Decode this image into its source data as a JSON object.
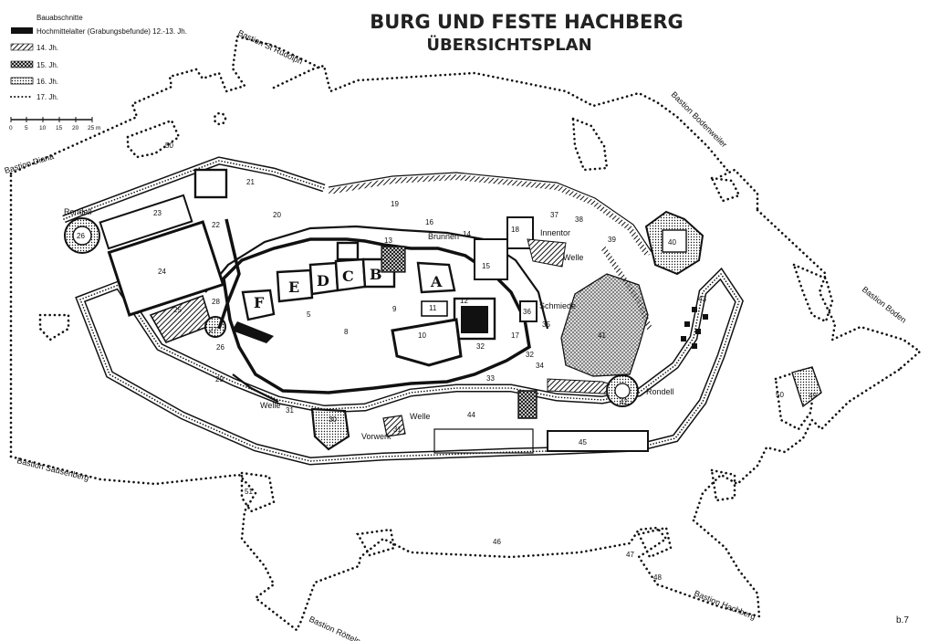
{
  "title": "BURG UND FESTE HACHBERG",
  "subtitle": "ÜBERSICHTSPLAN",
  "legend": {
    "heading": "Bauabschnitte",
    "items": [
      {
        "label": "Hochmittelalter (Grabungsbefunde) 12.-13. Jh.",
        "style": "solid"
      },
      {
        "label": "14. Jh.",
        "style": "diag-hatch"
      },
      {
        "label": "15. Jh.",
        "style": "cross-hatch"
      },
      {
        "label": "16. Jh.",
        "style": "dotted-box"
      },
      {
        "label": "17. Jh.",
        "style": "dotted-line"
      }
    ]
  },
  "scale": {
    "ticks": [
      "0",
      "5",
      "10",
      "15",
      "20",
      "25 m"
    ]
  },
  "bastions": {
    "st_rudolph": "Bastion St Rudolph",
    "diana": "Bastion Diana",
    "bodenweiler": "Bastion Bodenweiler",
    "boden": "Bastion Boden",
    "sausenberg": "Bastion Sausenberg",
    "roetteln": "Bastion Rötteln",
    "hachberg": "Bastion Hachberg"
  },
  "labels": {
    "rondell_w": "Rondell",
    "rondell_e": "Rondell",
    "brunnen": "Brunnen",
    "innentor": "Innentor",
    "welle_ne": "Welle",
    "schmiede": "Schmiede",
    "welle_s1": "Welle",
    "welle_s2": "Welle",
    "vorwerk": "Vorwerk"
  },
  "letters": [
    "A",
    "B",
    "C",
    "D",
    "E",
    "F"
  ],
  "numbers": [
    "5",
    "8",
    "9",
    "10",
    "11",
    "12",
    "13",
    "14",
    "15",
    "16",
    "17",
    "18",
    "19",
    "20",
    "21",
    "22",
    "23",
    "24",
    "25",
    "26",
    "26",
    "27",
    "28",
    "29",
    "30",
    "31",
    "31",
    "32",
    "32",
    "33",
    "34",
    "35",
    "36",
    "37",
    "38",
    "39",
    "40",
    "41",
    "42",
    "43",
    "44",
    "45",
    "46",
    "47",
    "48",
    "49",
    "50",
    "50",
    "51"
  ],
  "page_mark": "b.7",
  "colors": {
    "ink": "#111111",
    "paper": "#ffffff"
  }
}
